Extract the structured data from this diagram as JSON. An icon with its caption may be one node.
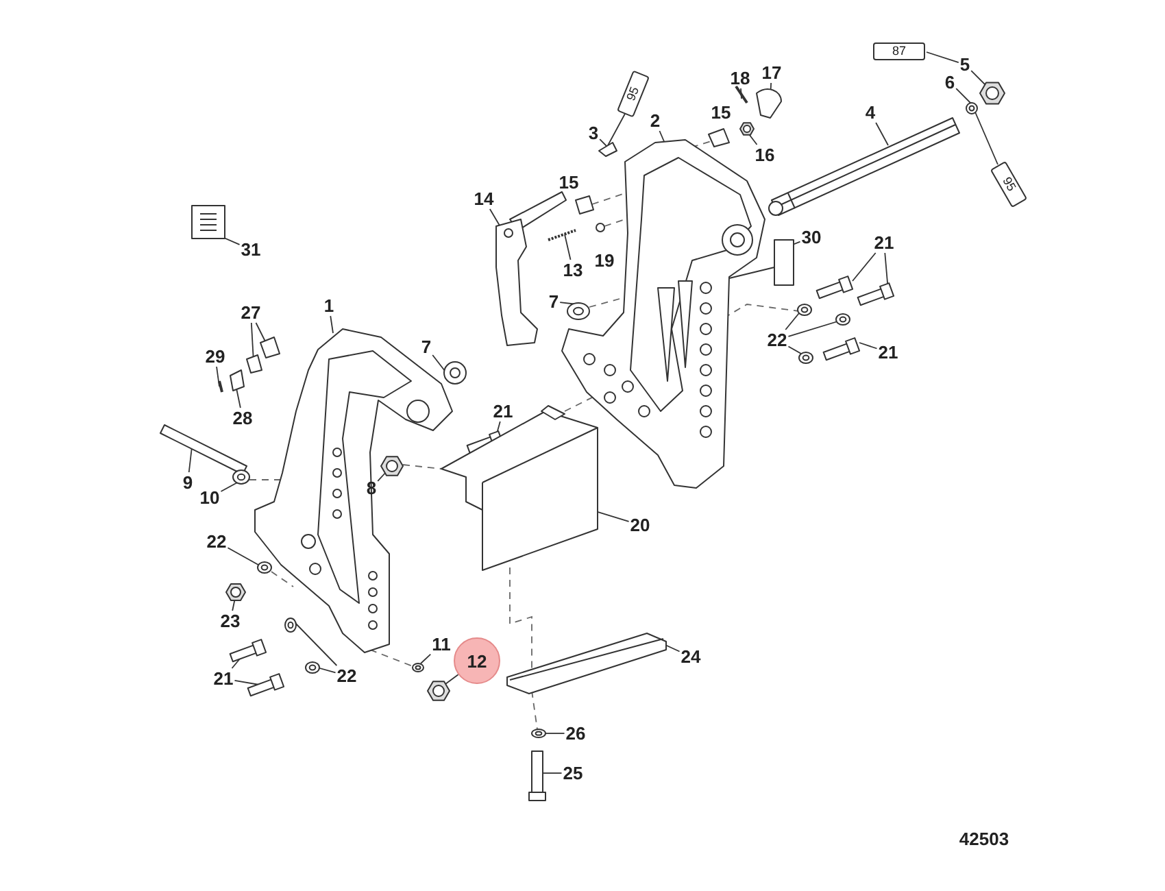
{
  "diagram": {
    "nodes": [
      {
        "text": [
          "5"
        ]
      },
      {
        "text": [
          "17"
        ]
      },
      {
        "text": [
          "18"
        ]
      },
      {
        "text": [
          "6"
        ]
      },
      {
        "text": [
          "15"
        ]
      },
      {
        "text": [
          "4"
        ]
      },
      {
        "text": [
          "2"
        ]
      },
      {
        "text": [
          "3"
        ]
      },
      {
        "text": [
          "16"
        ]
      },
      {
        "text": [
          "15"
        ]
      },
      {
        "text": [
          "14"
        ]
      },
      {
        "text": [
          "30"
        ]
      },
      {
        "text": [
          "21"
        ]
      },
      {
        "text": [
          "31"
        ]
      },
      {
        "text": [
          "19"
        ]
      },
      {
        "text": [
          "13"
        ]
      },
      {
        "text": [
          "7"
        ]
      },
      {
        "text": [
          "1"
        ]
      },
      {
        "text": [
          "27"
        ]
      },
      {
        "text": [
          "22"
        ]
      },
      {
        "text": [
          "7"
        ]
      },
      {
        "text": [
          "21"
        ]
      },
      {
        "text": [
          "29"
        ]
      },
      {
        "text": [
          "21"
        ]
      },
      {
        "text": [
          "28"
        ]
      },
      {
        "text": [
          "9"
        ]
      },
      {
        "text": [
          "8"
        ]
      },
      {
        "text": [
          "10"
        ]
      },
      {
        "text": [
          "20"
        ]
      },
      {
        "text": [
          "22"
        ]
      },
      {
        "text": [
          "23"
        ]
      },
      {
        "text": [
          "11"
        ]
      },
      {
        "text": [
          "24"
        ]
      },
      {
        "text": [
          "12"
        ]
      },
      {
        "text": [
          "22"
        ]
      },
      {
        "text": [
          "21"
        ]
      },
      {
        "text": [
          "26"
        ]
      },
      {
        "text": [
          "25"
        ]
      },
      {
        "text": [
          "87"
        ]
      },
      {
        "text": [
          "95"
        ]
      },
      {
        "text": [
          "95"
        ]
      },
      {
        "text": [],
        "shape": "picture"
      },
      {
        "text": [],
        "shape": "picture"
      },
      {
        "text": [],
        "shape": "picture"
      },
      {
        "text": [],
        "shape": "picture"
      },
      {
        "text": [],
        "shape": "picture"
      },
      {
        "text": [],
        "shape": "picture"
      },
      {
        "text": [],
        "shape": "picture"
      },
      {
        "text": [],
        "shape": "picture"
      },
      {
        "text": [],
        "shape": "picture"
      },
      {
        "text": [],
        "shape": "picture"
      },
      {
        "text": [],
        "shape": "picture"
      },
      {
        "text": [],
        "shape": "picture"
      },
      {
        "text": [],
        "shape": "picture"
      },
      {
        "text": [],
        "shape": "picture"
      },
      {
        "text": [],
        "shape": "picture"
      },
      {
        "text": [],
        "shape": "picture"
      },
      {
        "text": [],
        "shape": "picture"
      },
      {
        "text": [],
        "shape": "picture"
      },
      {
        "text": [],
        "shape": "picture"
      },
      {
        "text": [],
        "shape": "picture"
      },
      {
        "text": [],
        "shape": "picture"
      },
      {
        "text": [],
        "shape": "picture"
      },
      {
        "text": [],
        "shape": "picture"
      },
      {
        "text": [],
        "shape": "picture"
      },
      {
        "text": [],
        "shape": "picture"
      },
      {
        "text": [],
        "shape": "picture"
      },
      {
        "text": [],
        "shape": "picture"
      },
      {
        "text": [],
        "shape": "picture"
      },
      {
        "text": [],
        "shape": "picture"
      },
      {
        "text": [],
        "shape": "picture"
      },
      {
        "text": [],
        "shape": "picture"
      },
      {
        "text": [],
        "shape": "picture"
      },
      {
        "text": [],
        "shape": "picture"
      },
      {
        "text": [],
        "shape": "picture"
      },
      {
        "text": [],
        "shape": "picture"
      },
      {
        "text": [],
        "shape": "picture"
      },
      {
        "text": [],
        "shape": "picture"
      },
      {
        "text": [],
        "shape": "picture"
      },
      {
        "text": [],
        "shape": "picture"
      },
      {
        "text": [],
        "shape": "picture"
      },
      {
        "text": [],
        "shape": "picture"
      },
      {
        "text": [],
        "shape": "picture"
      },
      {
        "text": [],
        "shape": "picture"
      },
      {
        "text": [],
        "shape": "circle"
      }
    ],
    "edges": [
      {
        "from": 0,
        "to": 41,
        "arrow": "none"
      },
      {
        "from": 1,
        "to": 42,
        "arrow": "none"
      },
      {
        "from": 2,
        "to": 43,
        "arrow": "none"
      },
      {
        "from": 3,
        "to": 44,
        "arrow": "none"
      },
      {
        "from": 5,
        "to": 45,
        "arrow": "none"
      },
      {
        "from": 6,
        "to": 46,
        "arrow": "none"
      },
      {
        "from": 7,
        "to": 47,
        "arrow": "none"
      },
      {
        "from": 8,
        "to": 48,
        "arrow": "none"
      },
      {
        "from": 10,
        "to": 49,
        "arrow": "none"
      },
      {
        "from": 11,
        "to": 50,
        "arrow": "none"
      },
      {
        "from": 12,
        "to": 51,
        "arrow": "none"
      },
      {
        "from": 12,
        "to": 52,
        "arrow": "none"
      },
      {
        "from": 13,
        "to": 53,
        "arrow": "none"
      },
      {
        "from": 15,
        "to": 54,
        "arrow": "none"
      },
      {
        "from": 16,
        "to": 55,
        "arrow": "none"
      },
      {
        "from": 17,
        "to": 56,
        "arrow": "none"
      },
      {
        "from": 18,
        "to": 57,
        "arrow": "none"
      },
      {
        "from": 18,
        "to": 58,
        "arrow": "none"
      },
      {
        "from": 19,
        "to": 59,
        "arrow": "none"
      },
      {
        "from": 19,
        "to": 60,
        "arrow": "none"
      },
      {
        "from": 19,
        "to": 61,
        "arrow": "none"
      },
      {
        "from": 20,
        "to": 62,
        "arrow": "none"
      },
      {
        "from": 21,
        "to": 63,
        "arrow": "none"
      },
      {
        "from": 22,
        "to": 64,
        "arrow": "none"
      },
      {
        "from": 23,
        "to": 65,
        "arrow": "none"
      },
      {
        "from": 24,
        "to": 66,
        "arrow": "none"
      },
      {
        "from": 25,
        "to": 67,
        "arrow": "none"
      },
      {
        "from": 26,
        "to": 68,
        "arrow": "none"
      },
      {
        "from": 27,
        "to": 69,
        "arrow": "none"
      },
      {
        "from": 28,
        "to": 70,
        "arrow": "none"
      },
      {
        "from": 29,
        "to": 71,
        "arrow": "none"
      },
      {
        "from": 30,
        "to": 72,
        "arrow": "none"
      },
      {
        "from": 31,
        "to": 73,
        "arrow": "none"
      },
      {
        "from": 32,
        "to": 74,
        "arrow": "none"
      },
      {
        "from": 33,
        "to": 75,
        "arrow": "none"
      },
      {
        "from": 34,
        "to": 76,
        "arrow": "none"
      },
      {
        "from": 34,
        "to": 77,
        "arrow": "none"
      },
      {
        "from": 35,
        "to": 78,
        "arrow": "none"
      },
      {
        "from": 35,
        "to": 79,
        "arrow": "none"
      },
      {
        "from": 36,
        "to": 80,
        "arrow": "none"
      },
      {
        "from": 37,
        "to": 81,
        "arrow": "none"
      },
      {
        "from": 38,
        "to": 0,
        "arrow": "none"
      },
      {
        "from": 39,
        "to": 47,
        "arrow": "none"
      },
      {
        "from": 40,
        "to": 44,
        "arrow": "none"
      },
      {
        "from": 46,
        "to": 82,
        "arrow": "none",
        "style": "dashed",
        "color": "#666666"
      },
      {
        "from": 83,
        "to": 46,
        "arrow": "none",
        "style": "dashed",
        "color": "#666666"
      },
      {
        "from": 84,
        "to": 46,
        "arrow": "none",
        "style": "dashed",
        "color": "#666666"
      },
      {
        "from": 55,
        "to": 46,
        "arrow": "none",
        "style": "dashed",
        "color": "#666666"
      },
      {
        "from": 70,
        "to": 46,
        "arrow": "none",
        "style": "dashed",
        "color": "#666666"
      },
      {
        "from": 56,
        "to": 69,
        "arrow": "none",
        "style": "dashed",
        "color": "#666666"
      },
      {
        "from": 68,
        "to": 70,
        "arrow": "none",
        "style": "dashed",
        "color": "#666666"
      },
      {
        "from": 46,
        "to": 59,
        "arrow": "none",
        "style": "dashed",
        "color": "#666666"
      },
      {
        "from": 71,
        "to": 56,
        "arrow": "none",
        "style": "dashed",
        "color": "#666666"
      },
      {
        "from": 56,
        "to": 73,
        "arrow": "none",
        "style": "dashed",
        "color": "#666666"
      },
      {
        "from": 70,
        "to": 74,
        "arrow": "none",
        "style": "dashed",
        "color": "#666666"
      },
      {
        "from": 74,
        "to": 80,
        "arrow": "none",
        "style": "dashed",
        "color": "#666666"
      }
    ],
    "labels": [
      "42503"
    ]
  }
}
